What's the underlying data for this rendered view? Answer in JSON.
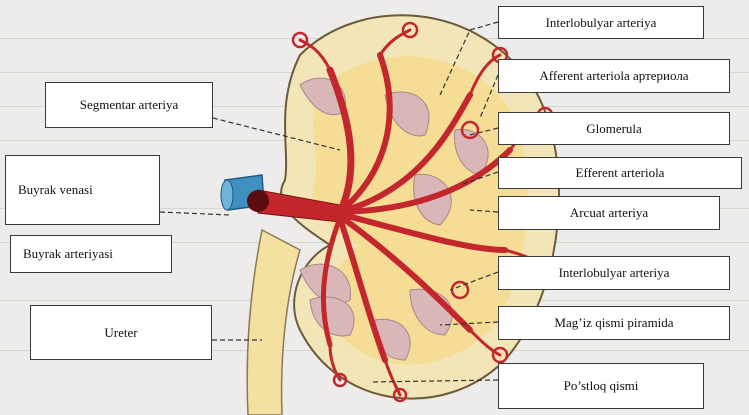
{
  "diagram": {
    "labels": {
      "interlobulyar_top": "Interlobulyar arteriya",
      "afferent": "Afferent arteriola артериола",
      "glomerula": "Glomerula",
      "efferent": "Efferent arteriola",
      "arcuat": "Arcuat arteriya",
      "interlobulyar_bottom": "Interlobulyar arteriya",
      "piramida": "Mag’iz qismi piramida",
      "postloq": "Po’stloq qismi",
      "segmentar": "Segmentar arteriya",
      "venasi": "Buyrak venasi",
      "arteriyasi": "Buyrak arteriyasi",
      "ureter": "Ureter"
    },
    "colors": {
      "artery": "#c4262e",
      "vein": "#3f8fc0",
      "cortex": "#f2e6b8",
      "medulla": "#f7d57a",
      "pyramid": "#d9b7b8",
      "ureter": "#f4e0a0"
    }
  }
}
